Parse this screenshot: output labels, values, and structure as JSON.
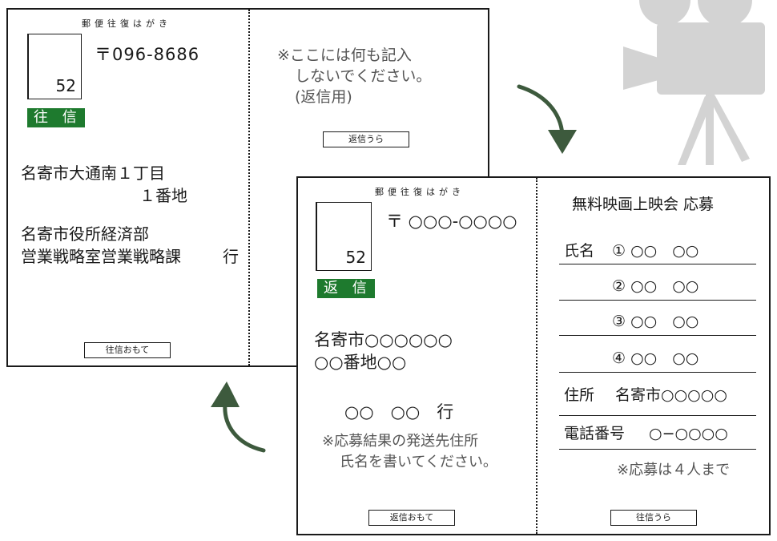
{
  "outgoing_card": {
    "header": "郵便往復はがき",
    "stamp_number": "52",
    "postal_code": "〒096-8686",
    "badge": "往 信",
    "address_line1": "名寄市大通南１丁目",
    "address_line2": "１番地",
    "recipient_line1": "名寄市役所経済部",
    "recipient_line2": "営業戦略室営業戦略課",
    "recipient_suffix": "行",
    "front_tag": "往信おもて",
    "note_line1": "※ここには何も記入",
    "note_line2": "しないでください。",
    "note_line3": "(返信用)",
    "back_tag": "返信うら"
  },
  "reply_card": {
    "header": "郵便往復はがき",
    "stamp_number": "52",
    "postal_code": "〒 ○○○-○○○○",
    "badge": "返 信",
    "address_line1": "名寄市○○○○○○",
    "address_line2": "○○番地○○",
    "name_line": "○○　○○　行",
    "note_line1": "※応募結果の発送先住所",
    "note_line2": "氏名を書いてください。",
    "front_tag": "返信おもて"
  },
  "application": {
    "title": "無料映画上映会 応募",
    "name_label": "氏名",
    "names": [
      "① ○○　○○",
      "② ○○　○○",
      "③ ○○　○○",
      "④ ○○　○○"
    ],
    "address_label": "住所",
    "address_value": "名寄市○○○○○",
    "phone_label": "電話番号",
    "phone_value": "○−○○○○",
    "limit_note": "※応募は４人まで",
    "back_tag": "往信うら"
  },
  "colors": {
    "badge_green": "#1e7a2e",
    "arrow_green": "#3d5a3d",
    "projector_gray": "#d3d3d3"
  },
  "icons": [
    "movie-projector-icon",
    "curved-arrow-down-icon",
    "curved-arrow-up-icon"
  ]
}
